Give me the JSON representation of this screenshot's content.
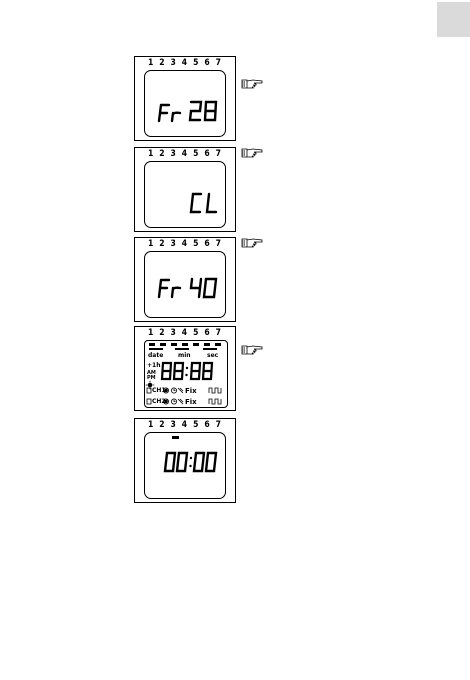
{
  "day_labels": [
    "1",
    "2",
    "3",
    "4",
    "5",
    "6",
    "7"
  ],
  "panels": [
    {
      "display": "Fr 28",
      "has_pointer": true
    },
    {
      "display": "CL",
      "has_pointer": true
    },
    {
      "display": "Fr 40",
      "has_pointer": true
    },
    {
      "display": "88:88",
      "labels": [
        "date",
        "min",
        "sec"
      ],
      "side_labels": [
        "+1h",
        "AM",
        "PM"
      ],
      "channel_labels": [
        "CH1:",
        "CH2:"
      ],
      "mode_label": "Fix",
      "has_pointer": true
    },
    {
      "display": "00:00",
      "has_pointer": false
    }
  ],
  "pointer_icon": "pointing-hand-icon"
}
